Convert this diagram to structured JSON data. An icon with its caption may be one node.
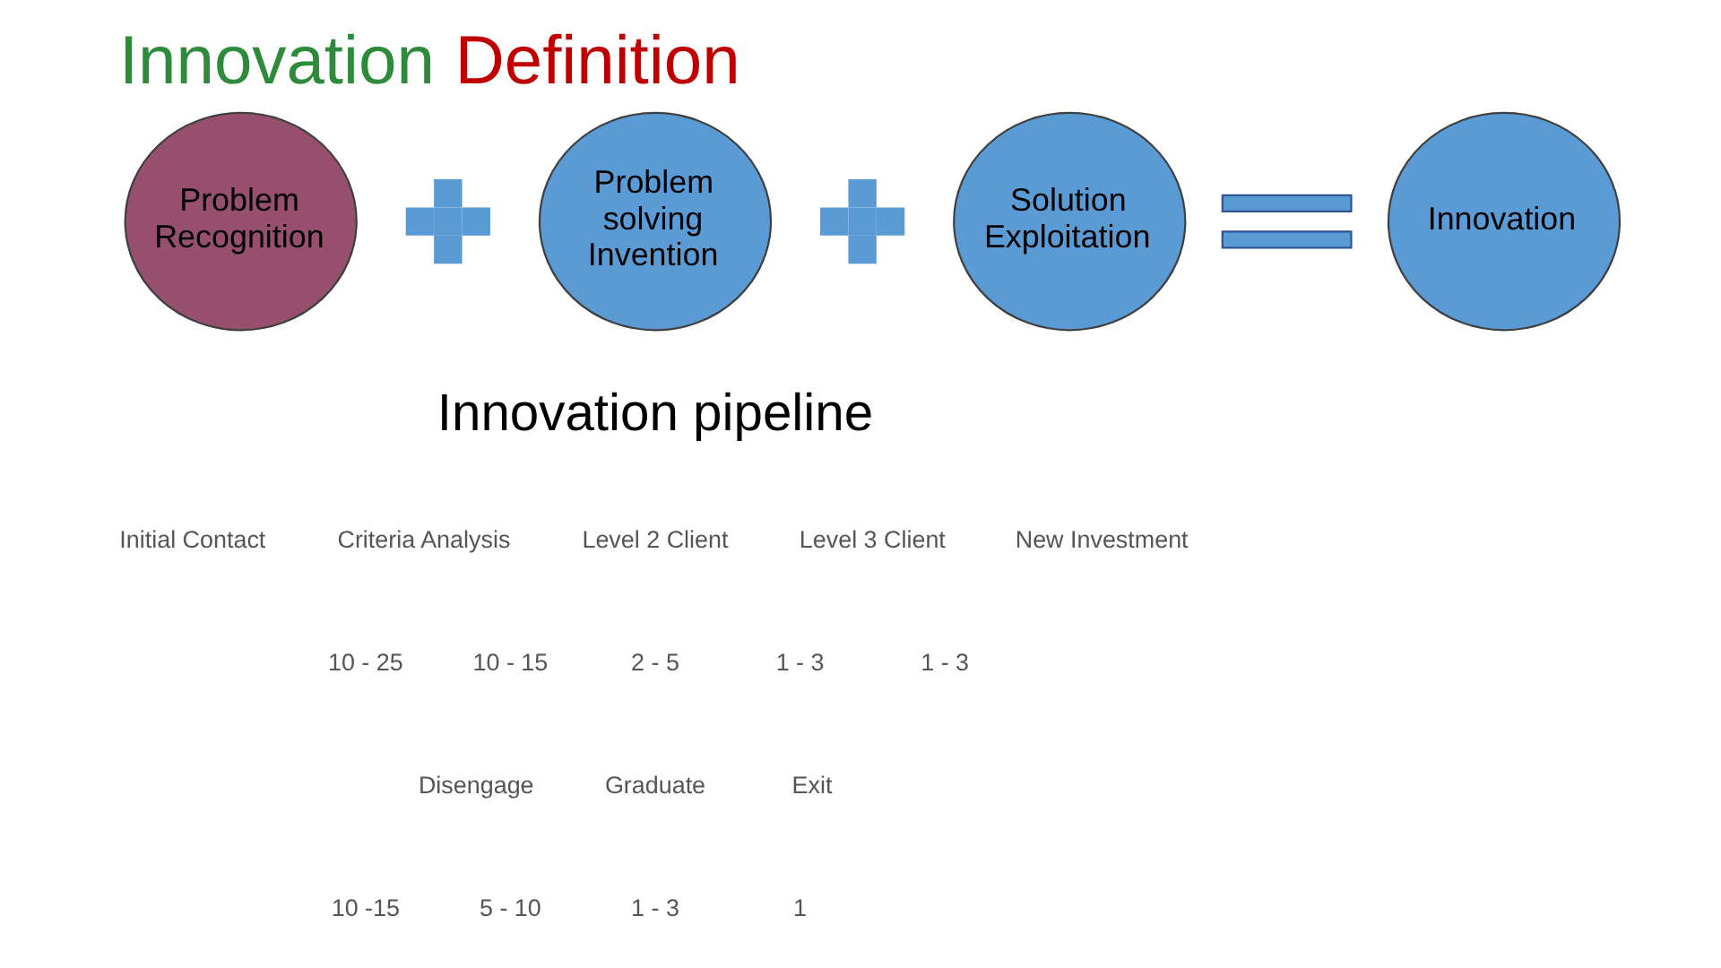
{
  "diagram": {
    "title": "Innovation Definition",
    "nodes": [
      {
        "text": [
          "Problem Recognition"
        ]
      },
      {
        "text": [],
        "shape": "plus"
      },
      {
        "text": [
          "Problem solving Invention"
        ]
      },
      {
        "text": [],
        "shape": "plus"
      },
      {
        "text": [
          "Solution Exploitation"
        ]
      },
      {
        "text": [],
        "shape": "equals"
      },
      {
        "text": [
          "Innovation"
        ]
      }
    ],
    "labels": [
      "Innovation pipeline",
      "Initial Contact",
      "Criteria Analysis",
      "Level 2 Client",
      "Level 3 Client",
      "New Investment",
      "10 - 25",
      "10 - 15",
      "2 - 5",
      "1 - 3",
      "1 - 3",
      "Disengage",
      "Graduate",
      "Exit",
      "10 -15",
      "5 - 10",
      "1 - 3",
      "1"
    ]
  }
}
